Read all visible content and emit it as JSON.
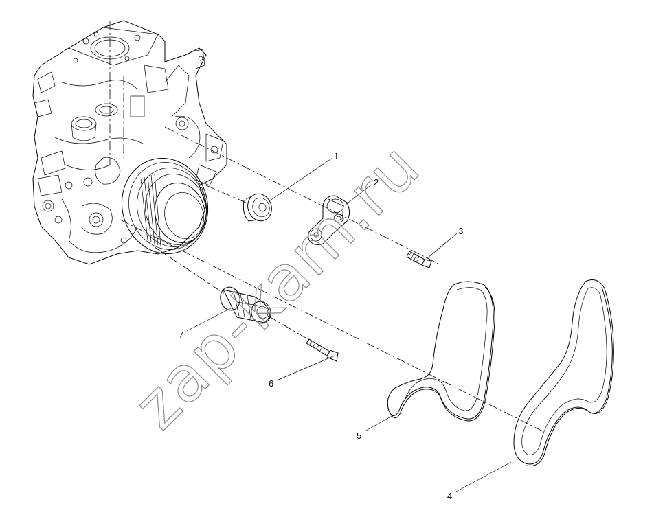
{
  "watermark": "zap-kam.ru",
  "callouts": [
    {
      "id": "1",
      "label": "1"
    },
    {
      "id": "2",
      "label": "2"
    },
    {
      "id": "3",
      "label": "3"
    },
    {
      "id": "4",
      "label": "4"
    },
    {
      "id": "5",
      "label": "5"
    },
    {
      "id": "6",
      "label": "6"
    },
    {
      "id": "7",
      "label": "7"
    }
  ],
  "colors": {
    "line": "#000000",
    "watermark": "#8a8a8a",
    "background": "#ffffff"
  }
}
